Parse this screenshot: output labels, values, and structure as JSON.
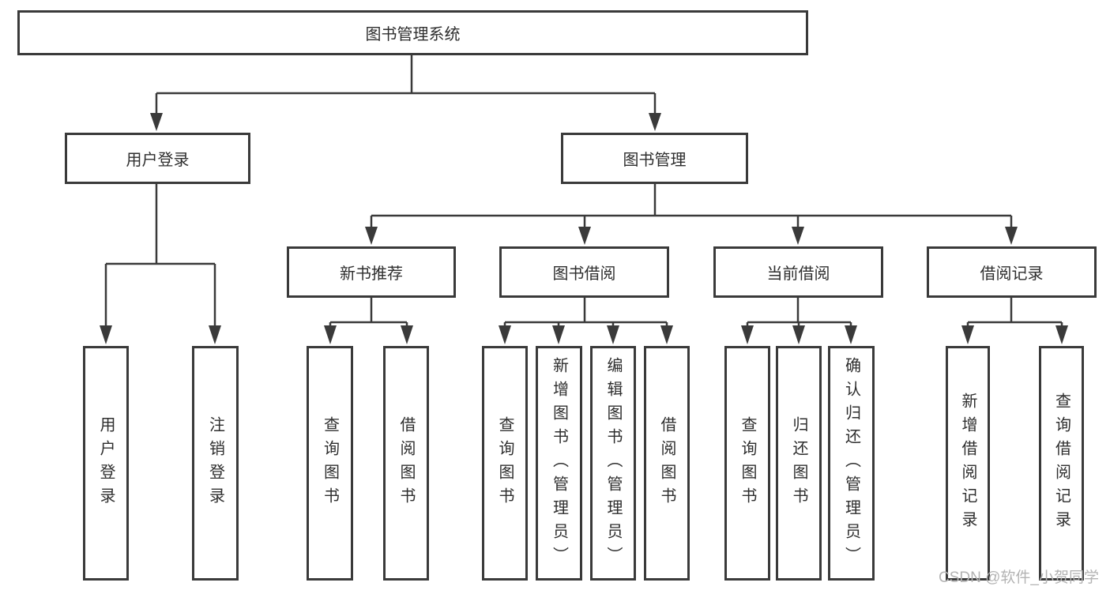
{
  "diagram": {
    "root": {
      "label": "图书管理系统"
    },
    "level2": [
      {
        "label": "用户登录"
      },
      {
        "label": "图书管理"
      }
    ],
    "level3": [
      {
        "label": "新书推荐"
      },
      {
        "label": "图书借阅"
      },
      {
        "label": "当前借阅"
      },
      {
        "label": "借阅记录"
      }
    ],
    "leaves": [
      {
        "label": "用户登录"
      },
      {
        "label": "注销登录"
      },
      {
        "label": "查询图书"
      },
      {
        "label": "借阅图书"
      },
      {
        "label": "查询图书"
      },
      {
        "label": "新增图书（管理员）"
      },
      {
        "label": "编辑图书（管理员）"
      },
      {
        "label": "借阅图书"
      },
      {
        "label": "查询图书"
      },
      {
        "label": "归还图书"
      },
      {
        "label": "确认归还（管理员）"
      },
      {
        "label": "新增借阅记录"
      },
      {
        "label": "查询借阅记录"
      }
    ]
  },
  "watermark": {
    "text": "CSDN @软件_小贺同学"
  },
  "colors": {
    "line": "#3a3a3a",
    "text": "#2e2e2e",
    "watermark": "#b3b3b3",
    "background": "#ffffff"
  }
}
